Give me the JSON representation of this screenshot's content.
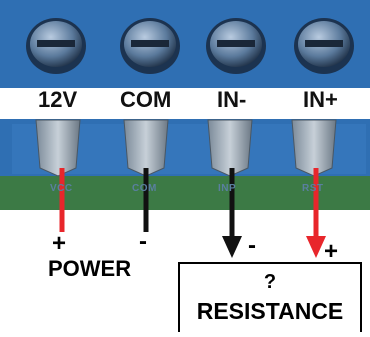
{
  "terminals": [
    "12V",
    "COM",
    "IN-",
    "IN+"
  ],
  "pcb_marks": [
    "VCC",
    "COM",
    "INP",
    "RST"
  ],
  "power": {
    "plus": "+",
    "minus": "-",
    "label": "POWER"
  },
  "resistance": {
    "minus": "-",
    "plus": "+",
    "question": "?",
    "label": "RESISTANCE"
  },
  "colors": {
    "board": "#2f6fb3",
    "terminal_label_bg": "#ffffff",
    "positive_wire": "#e8262b",
    "negative_wire": "#111111",
    "pcb_green": "#3c7a45"
  }
}
